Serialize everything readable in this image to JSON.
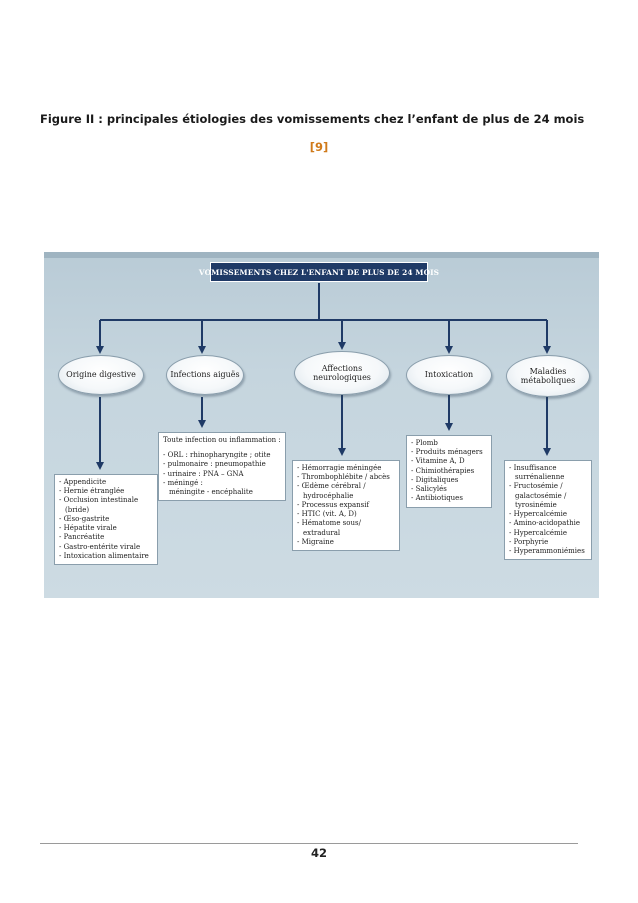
{
  "caption": "Figure II : principales étiologies des vomissements chez l’enfant de plus de 24 mois",
  "reference": "[9]",
  "figure": {
    "header": "VOMISSEMENTS CHEZ L'ENFANT DE PLUS DE 24 MOIS",
    "categories": [
      {
        "label": "Origine digestive",
        "items": [
          "- Appendicite",
          "- Hernie étranglée",
          "- Occlusion intestinale",
          "  (bride)",
          "- Œso-gastrite",
          "- Hépatite virale",
          "- Pancréatite",
          "- Gastro-entérite virale",
          "- Intoxication alimentaire"
        ]
      },
      {
        "label": "Infections aiguës",
        "intro": "Toute infection ou inflammation :",
        "items": [
          "- ORL : rhinopharyngite ; otite",
          "- pulmonaire : pneumopathie",
          "- urinaire : PNA – GNA",
          "- méningé :",
          "  méningite - encéphalite"
        ]
      },
      {
        "label_line1": "Affections",
        "label_line2": "neurologiques",
        "items": [
          "- Hémorragie méningée",
          "- Thrombophlébite / abcès",
          "- Œdème cérébral /",
          "  hydrocéphalie",
          "- Processus expansif",
          "- HTIC (vit. A, D)",
          "- Hématome sous/",
          "  extradural",
          "- Migraine"
        ]
      },
      {
        "label": "Intoxication",
        "items": [
          "- Plomb",
          "- Produits ménagers",
          "- Vitamine A, D",
          "- Chimiothérapies",
          "- Digitaliques",
          "- Salicylés",
          "- Antibiotiques"
        ]
      },
      {
        "label_line1": "Maladies",
        "label_line2": "métaboliques",
        "items": [
          "- Insuffisance",
          "  surrénalienne",
          "- Fructosémie /",
          "  galactosémie /",
          "  tyrosinémie",
          "- Hypercalcémie",
          "- Amino-acidopathie",
          "- Hypercalcémie",
          "- Porphyrie",
          "- Hyperammoniémies"
        ]
      }
    ]
  },
  "page_number": "42"
}
